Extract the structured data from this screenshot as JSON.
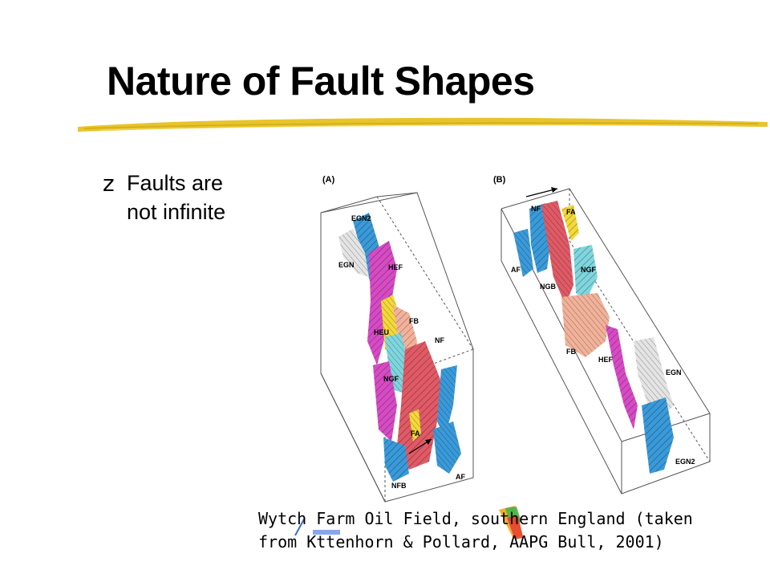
{
  "slide": {
    "title": "Nature of Fault Shapes",
    "bullet_glyph": "z",
    "bullet_line1": "Faults are",
    "bullet_line2": "not infinite",
    "caption_line1": "Wytch Farm Oil Field, southern England (taken",
    "caption_line2": "from Kttenhorn & Pollard, AAPG Bull, 2001)"
  },
  "figure": {
    "panel_a": {
      "label": "(A)",
      "faults": [
        "EGN2",
        "EGN",
        "HEF",
        "FB",
        "HEU",
        "NF",
        "NGF",
        "FA",
        "NFB",
        "AF"
      ]
    },
    "panel_b": {
      "label": "(B)",
      "faults": [
        "NF",
        "FA",
        "AF",
        "NGF",
        "NGB",
        "FB",
        "HEF",
        "EGN",
        "EGN2"
      ]
    }
  },
  "colors": {
    "title_underline": "#e8c42a",
    "fault_blue": "#3a9ad9",
    "fault_magenta": "#d64bc4",
    "fault_red": "#e05a66",
    "fault_salmon": "#f2b29a",
    "fault_yellow": "#f3d93a",
    "fault_cyan": "#7fd6de",
    "fault_grey": "#e4e4e4"
  }
}
